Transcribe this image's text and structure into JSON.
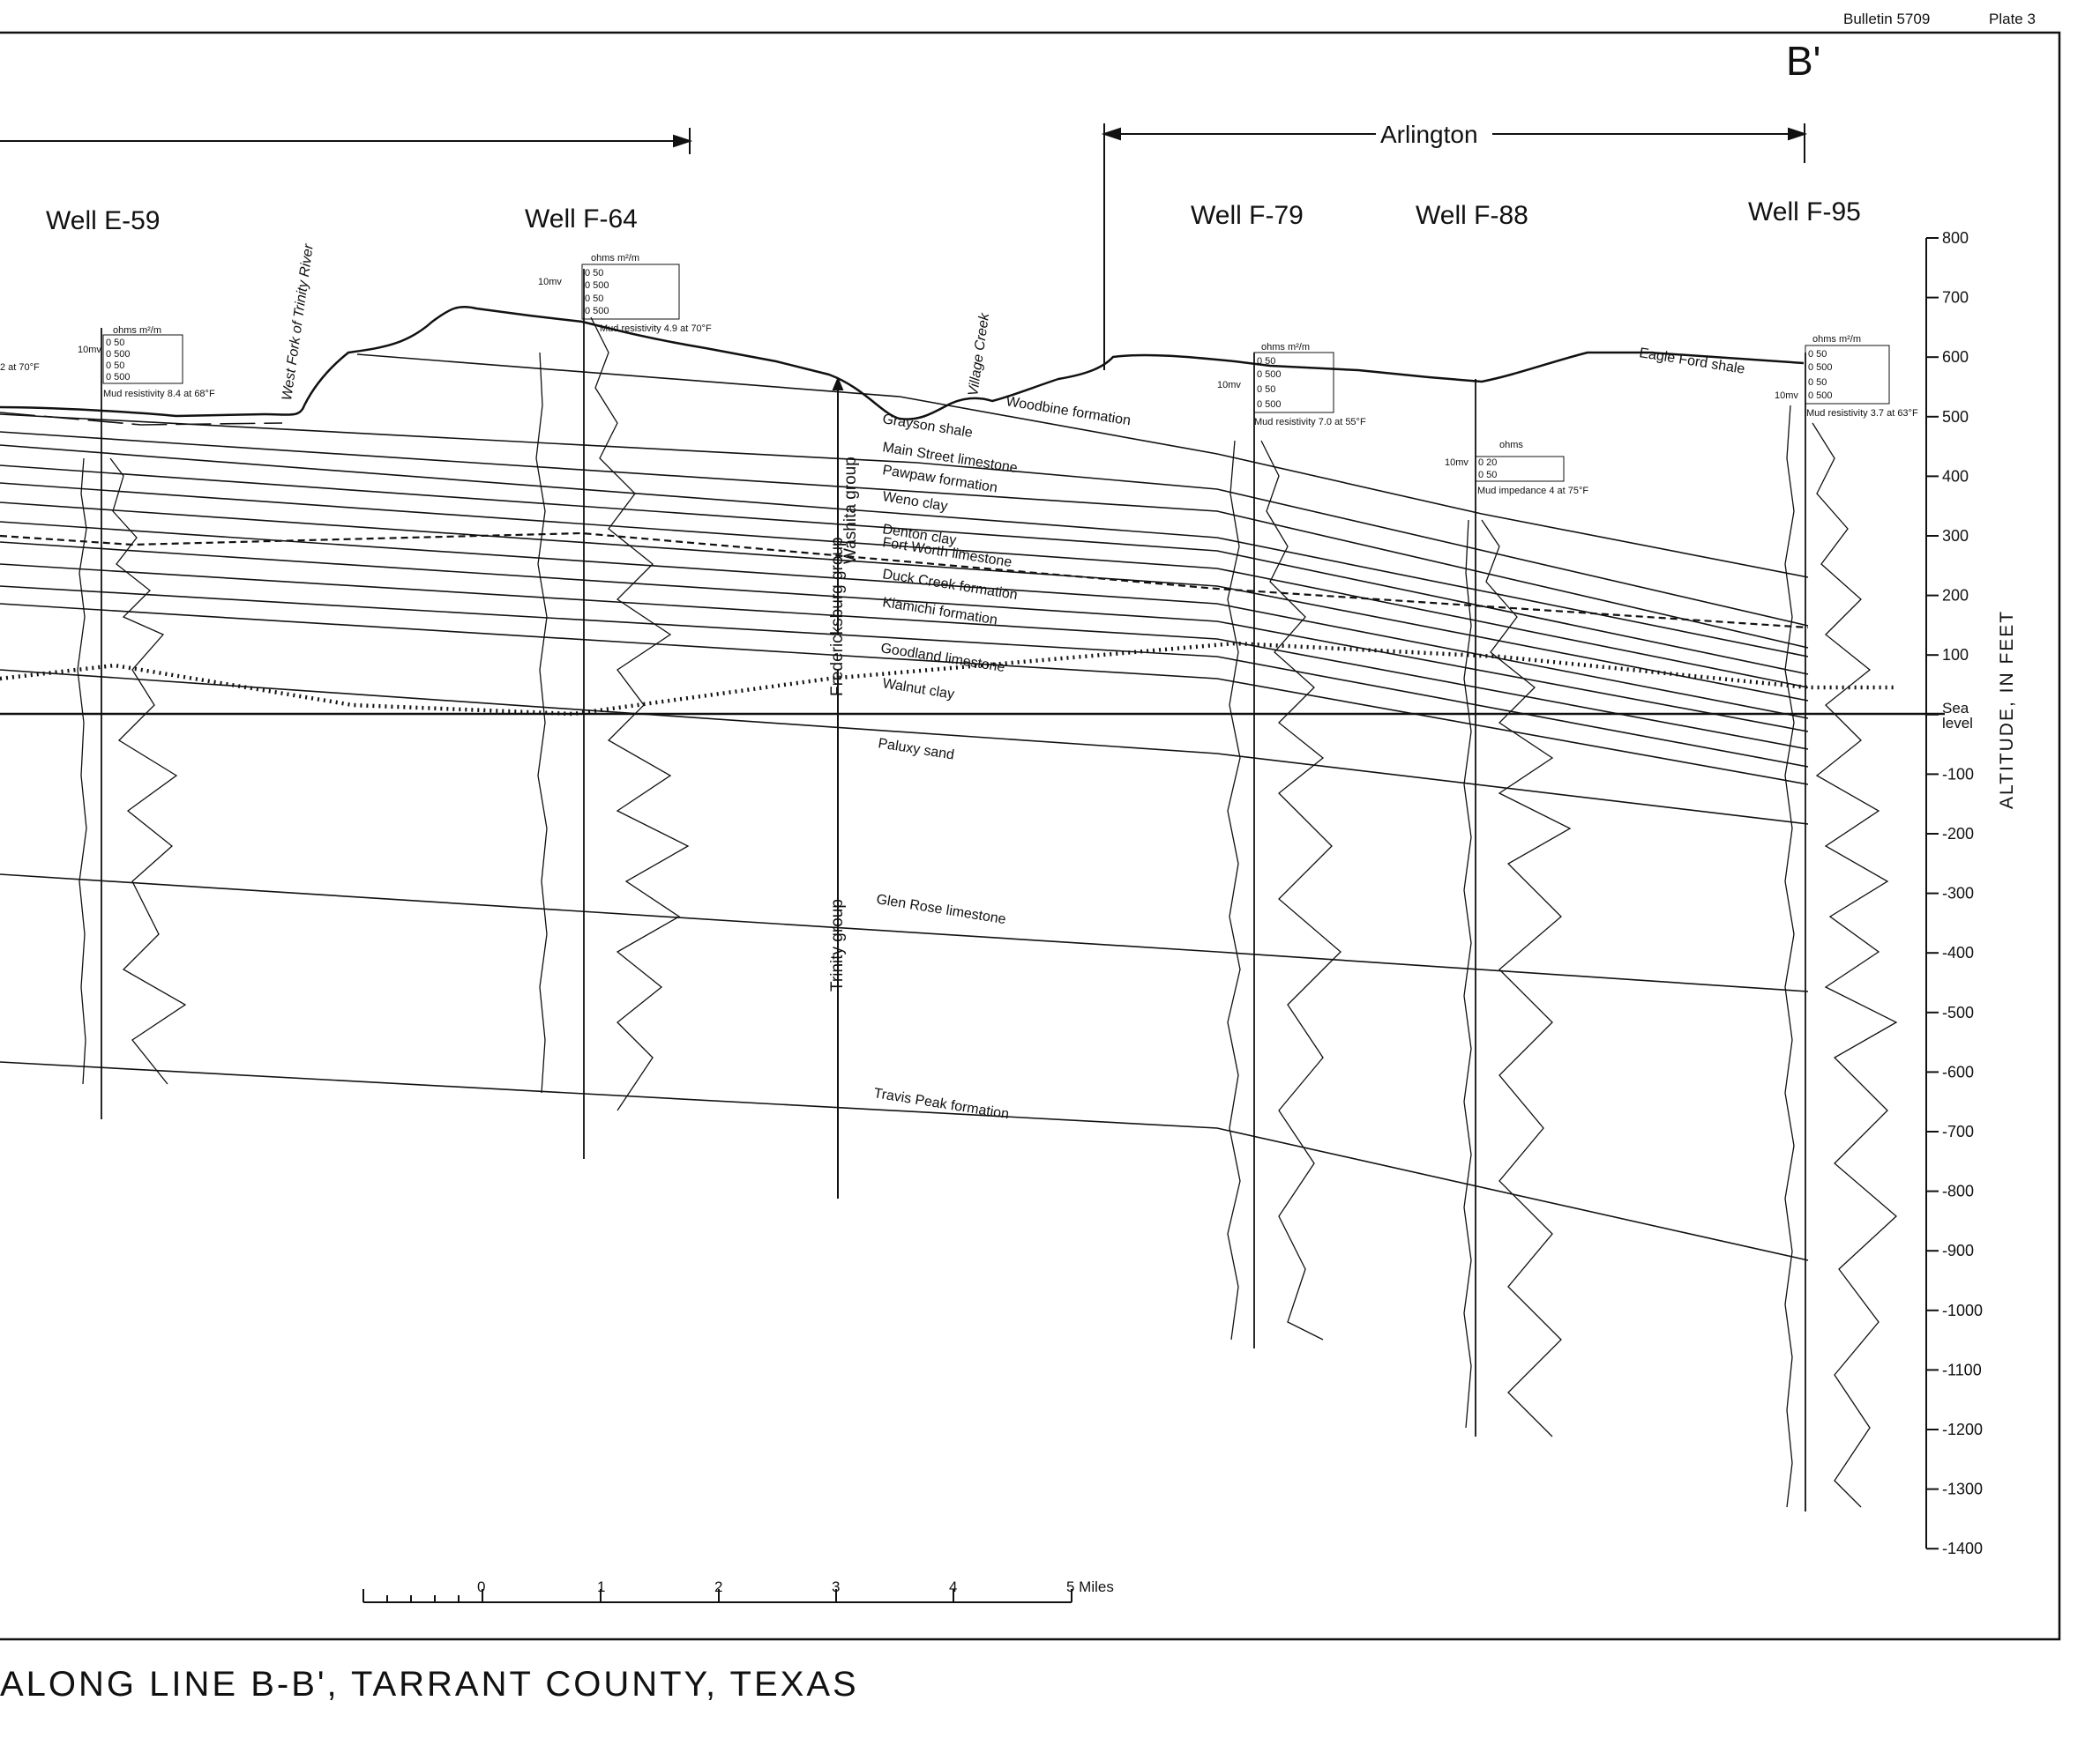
{
  "header": {
    "bulletin": "Bulletin 5709",
    "plate": "Plate 3"
  },
  "section_end_label": "B'",
  "footer_title": "ALONG LINE B-B', TARRANT COUNTY, TEXAS",
  "town": "Arlington",
  "wells": [
    {
      "id": "E-59",
      "title": "Well E-59",
      "log_header": [
        "ohms m²/m",
        "10mv",
        "0 50",
        "0 500",
        "0 50",
        "0 500"
      ],
      "mud_note": "Mud resistivity 8.4 at 68°F"
    },
    {
      "id": "F-64",
      "title": "Well F-64",
      "log_header": [
        "ohms m²/m",
        "10mv",
        "0 50",
        "0 500",
        "0 50",
        "0 500"
      ],
      "mud_note": "Mud resistivity 4.9 at 70°F"
    },
    {
      "id": "F-79",
      "title": "Well F-79",
      "log_header": [
        "ohms m²/m",
        "10mv",
        "0 50",
        "0 500",
        "0 50",
        "0 500"
      ],
      "mud_note": "Mud resistivity 7.0 at 55°F"
    },
    {
      "id": "F-88",
      "title": "Well F-88",
      "log_header": [
        "ohms",
        "10mv",
        "0 20",
        "0 50"
      ],
      "mud_note": "Mud impedance 4 at 75°F"
    },
    {
      "id": "F-95",
      "title": "Well F-95",
      "log_header": [
        "ohms m²/m",
        "10mv",
        "0 50",
        "0 500",
        "0 50",
        "0 500"
      ],
      "mud_note": "Mud resistivity 3.7 at 63°F"
    }
  ],
  "partial_note_left": "2 at 70°F",
  "surface_features": [
    "West Fork of Trinity River",
    "Village Creek"
  ],
  "formations": [
    "Eagle Ford shale",
    "Woodbine formation",
    "Grayson shale",
    "Main Street limestone",
    "Pawpaw formation",
    "Weno clay",
    "Denton clay",
    "Fort Worth limestone",
    "Duck Creek formation",
    "Kiamichi formation",
    "Goodland limestone",
    "Walnut clay",
    "Paluxy sand",
    "Glen Rose limestone",
    "Travis Peak formation"
  ],
  "groups": [
    "Washita group",
    "Fredericksburg group",
    "Trinity group"
  ],
  "altitude_axis": {
    "title": "ALTITUDE, IN FEET",
    "ticks": [
      "800",
      "700",
      "600",
      "500",
      "400",
      "300",
      "200",
      "100",
      "Sea level",
      "-100",
      "-200",
      "-300",
      "-400",
      "-500",
      "-600",
      "-700",
      "-800",
      "-900",
      "-1000",
      "-1100",
      "-1200",
      "-1300",
      "-1400"
    ]
  },
  "scale_bar": {
    "labels": [
      "0",
      "1",
      "2",
      "3",
      "4",
      "5 Miles"
    ]
  }
}
